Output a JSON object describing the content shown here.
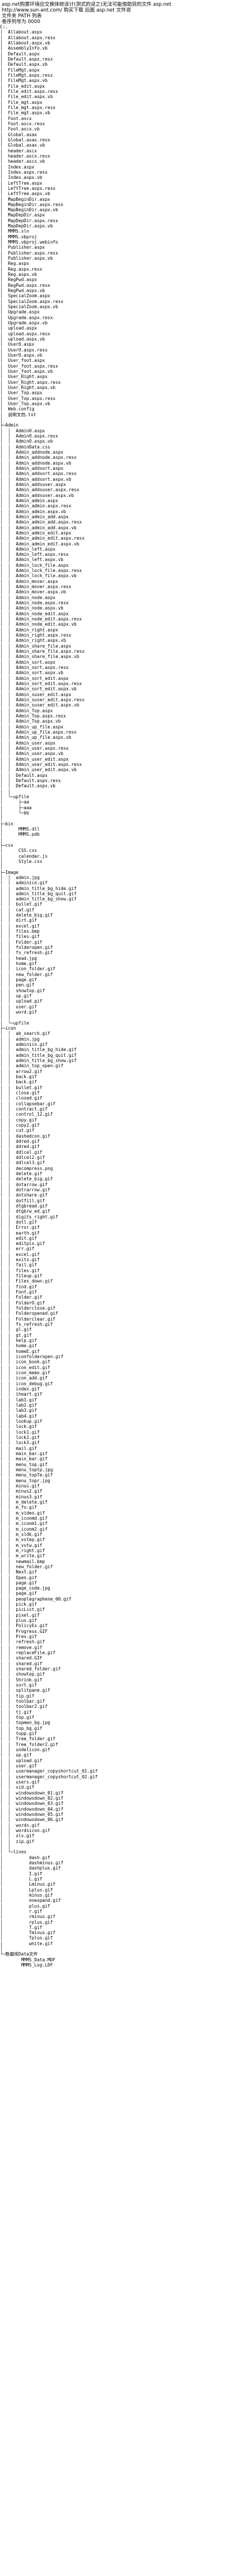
{
  "header": {
    "line1": "asp.net购票环境应交换体统设计(测式的设之)无法可能借助目的文件 asp.net",
    "line2": "http://www.sun-ant.com/ 购买下载 后面 asp.net 文件说",
    "line3": "文件夹 PATH 列表",
    "line4": "卷序列号为 0000"
  },
  "tree_lines": [
    "C:.",
    "│  Allabout.aspx",
    "│  Allabout.aspx.resx",
    "│  Allabout.aspx.vb",
    "│  AssemblyInfo.vb",
    "│  Default.aspx",
    "│  Default.aspx.resx",
    "│  Default.aspx.vb",
    "│  FileMgt.aspx",
    "│  FileMgt.aspx.resx",
    "│  FileMgt.aspx.vb",
    "│  File_edit.aspx",
    "│  File_edit.aspx.resx",
    "│  File_edit.aspx.vb",
    "│  File_mgt.aspx",
    "│  File_mgt.aspx.resx",
    "│  File_mgt.aspx.vb",
    "│  Foot.ascx",
    "│  Foot.ascx.resx",
    "│  Foot.ascx.vb",
    "│  Global.asax",
    "│  Global.asax.resx",
    "│  Global.asax.vb",
    "│  header.ascx",
    "│  header.ascx.resx",
    "│  header.ascx.vb",
    "│  Index.aspx",
    "│  Index.aspx.resx",
    "│  Index.aspx.vb",
    "│  LeftTree.aspx",
    "│  LeftTree.aspx.resx",
    "│  LeftTree.aspx.vb",
    "│  MapBeginDir.aspx",
    "│  MapBeginDir.aspx.resx",
    "│  MapBeginDir.aspx.vb",
    "│  MapDepDir.aspx",
    "│  MapDepDir.aspx.resx",
    "│  MapDepDir.aspx.vb",
    "│  MMMS.sln",
    "│  MMMS.vbproj",
    "│  MMMS.vbproj.webinfo",
    "│  Publisher.aspx",
    "│  Publisher.aspx.resx",
    "│  Publisher.aspx.vb",
    "│  Reg.aspx",
    "│  Reg.aspx.resx",
    "│  Reg.aspx.vb",
    "│  RegPwd.aspx",
    "│  RegPwd.aspx.resx",
    "│  RegPwd.aspx.vb",
    "│  SpecialZoom.aspx",
    "│  SpecialZoom.aspx.resx",
    "│  SpecialZoom.aspx.vb",
    "│  Upgrade.aspx",
    "│  Upgrade.aspx.resx",
    "│  Upgrade.aspx.vb",
    "│  upload.aspx",
    "│  upload.aspx.resx",
    "│  upload.aspx.vb",
    "│  UserO.aspx",
    "│  UserO.aspx.resx",
    "│  UserO.aspx.vb",
    "│  User_foot.aspx",
    "│  User_foot.aspx.resx",
    "│  User_foot.aspx.vb",
    "│  User_Right.aspx",
    "│  User_Right.aspx.resx",
    "│  User_Right.aspx.vb",
    "│  User_Top.aspx",
    "│  User_Top.aspx.resx",
    "│  User_Top.aspx.vb",
    "│  Web.config",
    "│  说明文档.txt",
    "│  ",
    "├─Admin",
    "│  │  AdminO.aspx",
    "│  │  AdminO.aspx.resx",
    "│  │  AdminO.aspx.vb",
    "│  │  AdminData.css",
    "│  │  Admin_addnode.aspx",
    "│  │  Admin_addnode.aspx.resx",
    "│  │  Admin_addnode.aspx.vb",
    "│  │  Admin_addsort.aspx",
    "│  │  Admin_addsort.aspx.resx",
    "│  │  Admin_addsort.aspx.vb",
    "│  │  Admin_addsuser.aspx",
    "│  │  Admin_addsuser.aspx.resx",
    "│  │  Admin_addsuser.aspx.vb",
    "│  │  Admin_admin.aspx",
    "│  │  Admin_admin.aspx.resx",
    "│  │  Admin_admin.aspx.vb",
    "│  │  Admin_admin_add.aspx",
    "│  │  Admin_admin_add.aspx.resx",
    "│  │  Admin_admin_add.aspx.vb",
    "│  │  Admin_admin_edit.aspx",
    "│  │  Admin_admin_edit.aspx.resx",
    "│  │  Admin_admin_edit.aspx.vb",
    "│  │  Admin_left.aspx",
    "│  │  Admin_left.aspx.resx",
    "│  │  Admin_left.aspx.vb",
    "│  │  Admin_lock_file.aspx",
    "│  │  Admin_lock_file.aspx.resx",
    "│  │  Admin_lock_file.aspx.vb",
    "│  │  Admin_mover.aspx",
    "│  │  Admin_mover.aspx.resx",
    "│  │  Admin_mover.aspx.vb",
    "│  │  Admin_node.aspx",
    "│  │  Admin_node.aspx.resx",
    "│  │  Admin_node.aspx.vb",
    "│  │  Admin_node_edit.aspx",
    "│  │  Admin_node_edit.aspx.resx",
    "│  │  Admin_node_edit.aspx.vb",
    "│  │  Admin_right.aspx",
    "│  │  Admin_right.aspx.resx",
    "│  │  Admin_right.aspx.vb",
    "│  │  Admin_share_file.aspx",
    "│  │  Admin_share_file.aspx.resx",
    "│  │  Admin_share_file.aspx.vb",
    "│  │  Admin_sort.aspx",
    "│  │  Admin_sort.aspx.resx",
    "│  │  Admin_sort.aspx.vb",
    "│  │  Admin_sort_edit.aspx",
    "│  │  Admin_sort_edit.aspx.resx",
    "│  │  Admin_sort_edit.aspx.vb",
    "│  │  Admin_suser_edit.aspx",
    "│  │  Admin_suser_edit.aspx.resx",
    "│  │  Admin_suser_edit.aspx.vb",
    "│  │  Admin_Top.aspx",
    "│  │  Admin_Top.aspx.resx",
    "│  │  Admin_Top.aspx.vb",
    "│  │  Admin_up_file.aspx",
    "│  │  Admin_up_file.aspx.resx",
    "│  │  Admin_up_file.aspx.vb",
    "│  │  Admin_user.aspx",
    "│  │  Admin_user.aspx.resx",
    "│  │  Admin_user.aspx.vb",
    "│  │  Admin_user_edit.aspx",
    "│  │  Admin_user_edit.aspx.resx",
    "│  │  Admin_user_edit.aspx.vb",
    "│  │  Default.aspx",
    "│  │  Default.aspx.resx",
    "│  │  Default.aspx.vb",
    "│  │  ",
    "│  └─upfile",
    "│      ├─aa",
    "│      ├─aaa",
    "│      └─bb",
    "│          ",
    "├─bin",
    "│      MMMS.dll",
    "│      MMMS.pdb",
    "│      ",
    "├─css",
    "│      CSS.css",
    "│      calendar.js",
    "│      Style.css",
    "│      ",
    "├─Image",
    "│  │  admin.jpg",
    "│  │  adminico.gif",
    "│  │  admin_title_bg_hide.gif",
    "│  │  admin_title_bg_quit.gif",
    "│  │  admin_title_bg_show.gif",
    "│  │  bullet.gif",
    "│  │  cat.gif",
    "│  │  delete_big.gif",
    "│  │  dirt.gif",
    "│  │  excel.gif",
    "│  │  files.bmp",
    "│  │  files.gif",
    "│  │  Folder.gif",
    "│  │  folderopen.gif",
    "│  │  fs_refresh.gif",
    "│  │  head.jpg",
    "│  │  home.gif",
    "│  │  icon_folder.gif",
    "│  │  new_folder.gif",
    "│  │  page.gif",
    "│  │  pen.gif",
    "│  │  showtop.gif",
    "│  │  up.gif",
    "│  │  upload.gif",
    "│  │  user.gif",
    "│  │  word.gif",
    "│  │  ",
    "│  └─upfile",
    "├─icon",
    "│  │  ab_search.gif",
    "│  │  admin.jpg",
    "│  │  adminico.gif",
    "│  │  admin_title_bg_hide.gif",
    "│  │  admin_title_bg_quit.gif",
    "│  │  admin_title_bg_show.gif",
    "│  │  admin_top_open.gif",
    "│  │  arrow2.gif",
    "│  │  back.gif",
    "│  │  back.gif",
    "│  │  bullet.gif",
    "│  │  close.gif",
    "│  │  closed.gif",
    "│  │  collapsebar.gif",
    "│  │  contract.gif",
    "│  │  control_12.gif",
    "│  │  copy.gif",
    "│  │  copy2.gif",
    "│  │  cut.gif",
    "│  │  dashedcon.gif",
    "│  │  ddred.gif",
    "│  │  ddred.gif",
    "│  │  ddlcel.gif",
    "│  │  ddlcel2.gif",
    "│  │  ddlcel3.gif",
    "│  │  decompress.png",
    "│  │  delete.gif",
    "│  │  delete_big.gif",
    "│  │  dotarrow.gif",
    "│  │  dotrarrow.gif",
    "│  │  dotshare.gif",
    "│  │  dotfill.gif",
    "│  │  dtgbread.gif",
    "│  │  dtgbrw_ed.gif",
    "│  │  digits_right.gif",
    "│  │  dotl.gif",
    "│  │  Error.gif",
    "│  │  earth.gif",
    "│  │  edit.gif",
    "│  │  editpix.gif",
    "│  │  err.gif",
    "│  │  excel.gif",
    "│  │  exits.gif",
    "│  │  fail.gif",
    "│  │  files.gif",
    "│  │  fileup.gif",
    "│  │  Files_down.gif",
    "│  │  find.gif",
    "│  │  Font.gif",
    "│  │  Folder.gif",
    "│  │  FolderO.gif",
    "│  │  folderclose.gif",
    "│  │  Folderopened.gif",
    "│  │  Folderclear.gif",
    "│  │  fs_refresh.gif",
    "│  │  gl.gif",
    "│  │  gt.gif",
    "│  │  help.gif",
    "│  │  home.gif",
    "│  │  homeE.gif",
    "│  │  iconfolderopen.gif",
    "│  │  icon_book.gif",
    "│  │  icon_edit.gif",
    "│  │  icon_memo.gif",
    "│  │  icon_add.gif",
    "│  │  icon_debug.gif",
    "│  │  index.gif",
    "│  │  iheart.gif",
    "│  │  lab1.gif",
    "│  │  lab2.gif",
    "│  │  lab3.gif",
    "│  │  lab4.gif",
    "│  │  lookup.gif",
    "│  │  lock.gif",
    "│  │  lock1.gif",
    "│  │  lock2.gif",
    "│  │  lock3.gif",
    "│  │  mail.gif",
    "│  │  main_bar.gif",
    "│  │  main_bar.gif",
    "│  │  menu_top.gif",
    "│  │  menu_toptp.jpg",
    "│  │  menu_topTe.gif",
    "│  │  menu_topr.jpg",
    "│  │  minus.gif",
    "│  │  minus2.gif",
    "│  │  minus3.gif",
    "│  │  m_delete.gif",
    "│  │  m_fo.gif",
    "│  │  m_video.gif",
    "│  │  m_iconmd.gif",
    "│  │  m_iconm1.gif",
    "│  │  m_iconm2.gif",
    "│  │  m_sldk.gif",
    "│  │  m_vstep.gif",
    "│  │  m_vstw.gif",
    "│  │  m_right.gif",
    "│  │  m_write.gif",
    "│  │  newmail.bmp",
    "│  │  new_folder.gif",
    "│  │  Next.gif",
    "│  │  Open.gif",
    "│  │  page.gif",
    "│  │  page_code.jpg",
    "│  │  page.gif",
    "│  │  peoplegraphene_00.gif",
    "│  │  pick.gif",
    "│  │  picList.gif",
    "│  │  pixel.gif",
    "│  │  plus.gif",
    "│  │  PolicyEx.gif",
    "│  │  Progress.GIF",
    "│  │  Prev.gif",
    "│  │  refresh.gif",
    "│  │  remove.gif",
    "│  │  replaceFile.gif",
    "│  │  shared.GIF",
    "│  │  shared.gif",
    "│  │  shared_folder.gif",
    "│  │  showtop.gif",
    "│  │  Shrink.gif",
    "│  │  sort.gif",
    "│  │  splitpane.gif",
    "│  │  tip.gif",
    "│  │  toolbar.gif",
    "│  │  toolbar2.gif",
    "│  │  tj.gif",
    "│  │  top.gif",
    "│  │  topmen_bg.jpg",
    "│  │  top_bg.gif",
    "│  │  topp.gif",
    "│  │  Tree_folder.gif",
    "│  │  Tree_folder2.gif",
    "│  │  undelicon.gif",
    "│  │  up.gif",
    "│  │  upload.gif",
    "│  │  user.gif",
    "│  │  usermanager_copyshortcut_01.gif",
    "│  │  usermanager_copyshortcut_02.gif",
    "│  │  users.gif",
    "│  │  vid.gif",
    "│  │  windowsdown_01.gif",
    "│  │  windowsdown_02.gif",
    "│  │  windowsdown_03.gif",
    "│  │  windowsdown_04.gif",
    "│  │  windowsdown_05.gif",
    "│  │  windowsdown_06.gif",
    "│  │  words.gif",
    "│  │  wordsicon.gif",
    "│  │  xls.gif",
    "│  │  zip.gif",
    "│  │  ",
    "│  └─lines",
    "│          dash.gif",
    "│          dashminus.gif",
    "│          dashplus.gif",
    "│          I.gif",
    "│          L.gif",
    "│          Lminus.gif",
    "│          Lplus.gif",
    "│          minus.gif",
    "│          noexpand.gif",
    "│          plus.gif",
    "│          r.gif",
    "│          rminus.gif",
    "│          rplus.gif",
    "│          T.gif",
    "│          Tminus.gif",
    "│          Tplus.gif",
    "│          white.gif",
    "│          ",
    "└─数据库Data文件",
    "        MMMS_Data.MDF",
    "        MMMS_Log.LDF"
  ]
}
